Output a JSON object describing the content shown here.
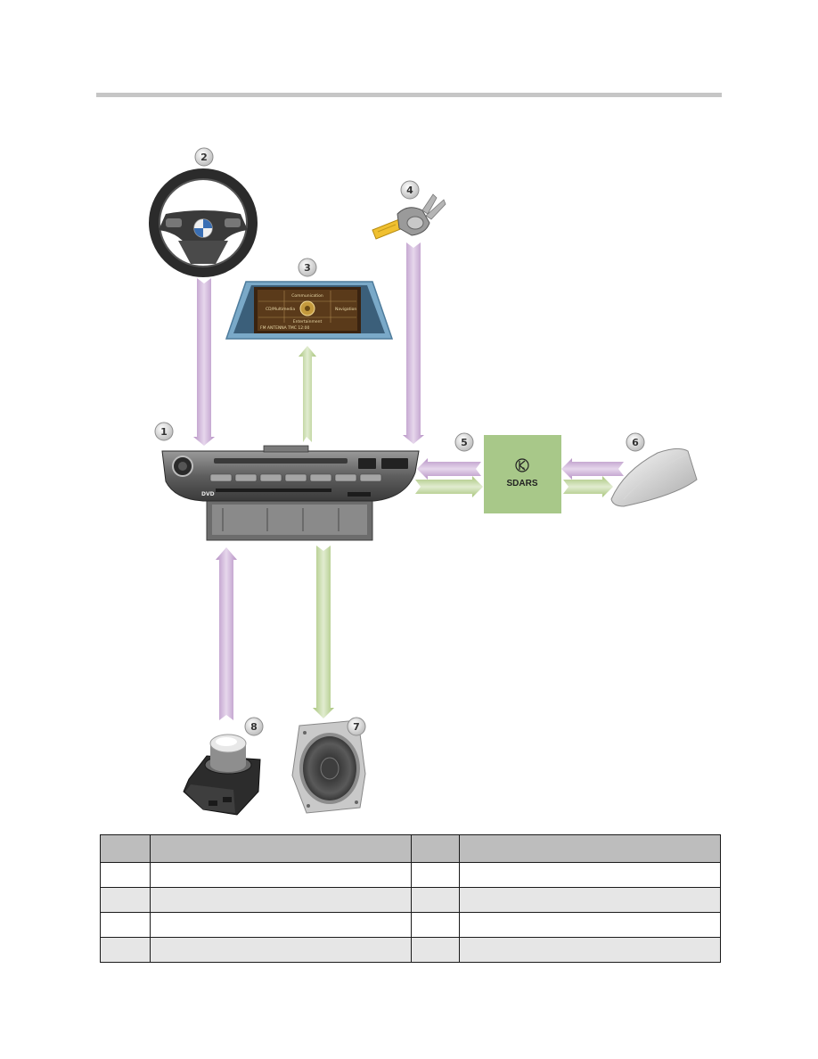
{
  "badges": {
    "b1": "1",
    "b2": "2",
    "b3": "3",
    "b4": "4",
    "b5": "5",
    "b6": "6",
    "b7": "7",
    "b8": "8"
  },
  "sdars_box": {
    "label": "SDARS"
  },
  "head_unit": {
    "dvd_logo": "DVD"
  },
  "display_screen": {
    "menu_top": "Communication",
    "menu_left": "CD/Multimedia",
    "menu_right": "Navigation",
    "menu_bottom": "Entertainment",
    "status_line": "FM  ANTENNA  TMC  12:00"
  },
  "colors": {
    "data_in": "#c8aed2",
    "data_out": "#bcd29c",
    "sdars_fill": "#a8c889",
    "table_header": "#bdbdbd",
    "table_alt_row": "#e6e6e6",
    "rule": "#c6c6c6"
  },
  "legend_table": {
    "headers": [
      "",
      "",
      "",
      ""
    ],
    "rows": [
      [
        "",
        "",
        "",
        ""
      ],
      [
        "",
        "",
        "",
        ""
      ],
      [
        "",
        "",
        "",
        ""
      ],
      [
        "",
        "",
        "",
        ""
      ]
    ]
  },
  "icons": [
    "steering-wheel-icon",
    "central-display-icon",
    "ignition-key-icon",
    "head-unit-icon",
    "sdars-module-icon",
    "shark-fin-antenna-icon",
    "speaker-icon",
    "idrive-controller-icon"
  ]
}
